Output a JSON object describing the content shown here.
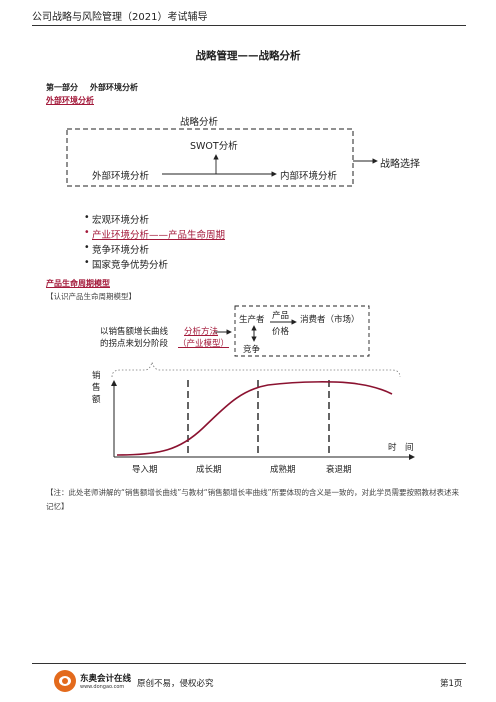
{
  "header": {
    "text": "公司战略与风险管理（2021）考试辅导"
  },
  "title": "战略管理——战略分析",
  "part": {
    "label": "第一部分",
    "name": "外部环境分析"
  },
  "section1": {
    "heading": "外部环境分析"
  },
  "diagram1": {
    "top_label": "战略分析",
    "swot": "SWOT分析",
    "external": "外部环境分析",
    "internal": "内部环境分析",
    "choice": "战略选择"
  },
  "bullets": [
    {
      "text": "宏观环境分析"
    },
    {
      "text": "产业环境分析——产品生命周期"
    },
    {
      "text": "竞争环境分析"
    },
    {
      "text": "国家竞争优势分析"
    }
  ],
  "section2": {
    "heading": "产品生命周期模型",
    "note": "【认识产品生命周期模型】"
  },
  "diagram2": {
    "method_desc_1": "以销售额增长曲线",
    "method_desc_2": "的拐点来划分阶段",
    "method_1": "分析方法",
    "method_2": "（产业模型）",
    "producer": "生产者",
    "product": "产品",
    "price": "价格",
    "consumer": "消费者（市场）",
    "competition": "竞争",
    "y_label": "销售额",
    "x_label": "时　间",
    "stages": [
      "导入期",
      "成长期",
      "成熟期",
      "衰退期"
    ]
  },
  "footnote": "【注：此处老师讲解的“销售额增长曲线”与教材“销售额增长率曲线”所要体现的含义是一致的，对此学员需要按照教材表述来记忆】",
  "footer": {
    "logo_name": "东奥会计在线",
    "logo_url": "www.dongao.com",
    "slogan": "原创不易，侵权必究",
    "page": "第1页"
  },
  "colors": {
    "accent": "#a3193a",
    "curve": "#8b1230",
    "logo": "#e36a1c"
  }
}
